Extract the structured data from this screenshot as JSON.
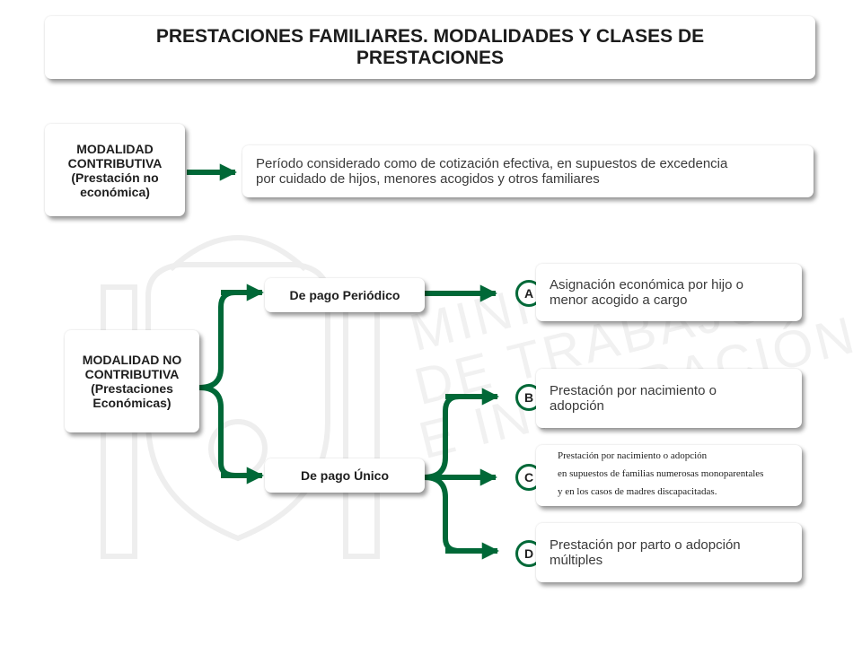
{
  "title": {
    "line1": "PRESTACIONES FAMILIARES. MODALIDADES Y CLASES DE",
    "line2": "PRESTACIONES"
  },
  "contributiva": {
    "label": [
      "MODALIDAD",
      "CONTRIBUTIVA",
      "(Prestación no",
      "económica)"
    ],
    "description": [
      "Período considerado como de cotización efectiva, en supuestos de excedencia",
      "por cuidado de hijos, menores acogidos y otros familiares"
    ]
  },
  "no_contributiva": {
    "label": [
      "MODALIDAD NO",
      "CONTRIBUTIVA",
      "(Prestaciones",
      "Económicas)"
    ],
    "periodico": {
      "label": "De pago Periódico",
      "items": [
        {
          "badge": "A",
          "text": [
            "Asignación económica por hijo o",
            "menor acogido a cargo"
          ]
        }
      ]
    },
    "unico": {
      "label": "De pago Único",
      "items": [
        {
          "badge": "B",
          "text": [
            "Prestación por nacimiento o",
            "adopción"
          ]
        },
        {
          "badge": "C",
          "text": [
            "Prestación por nacimiento o adopción",
            "en supuestos de familias numerosas monoparentales",
            "y en los casos de madres discapacitadas."
          ]
        },
        {
          "badge": "D",
          "text": [
            "Prestación por parto o adopción",
            "múltiples"
          ]
        }
      ]
    }
  },
  "colors": {
    "green": "#006837",
    "text": "#1e1e1e",
    "watermark": "#f1f1f1"
  },
  "watermark": {
    "lines": [
      "MINIS",
      "DE TRABAJO",
      "E INMIGRACIÓN"
    ]
  }
}
